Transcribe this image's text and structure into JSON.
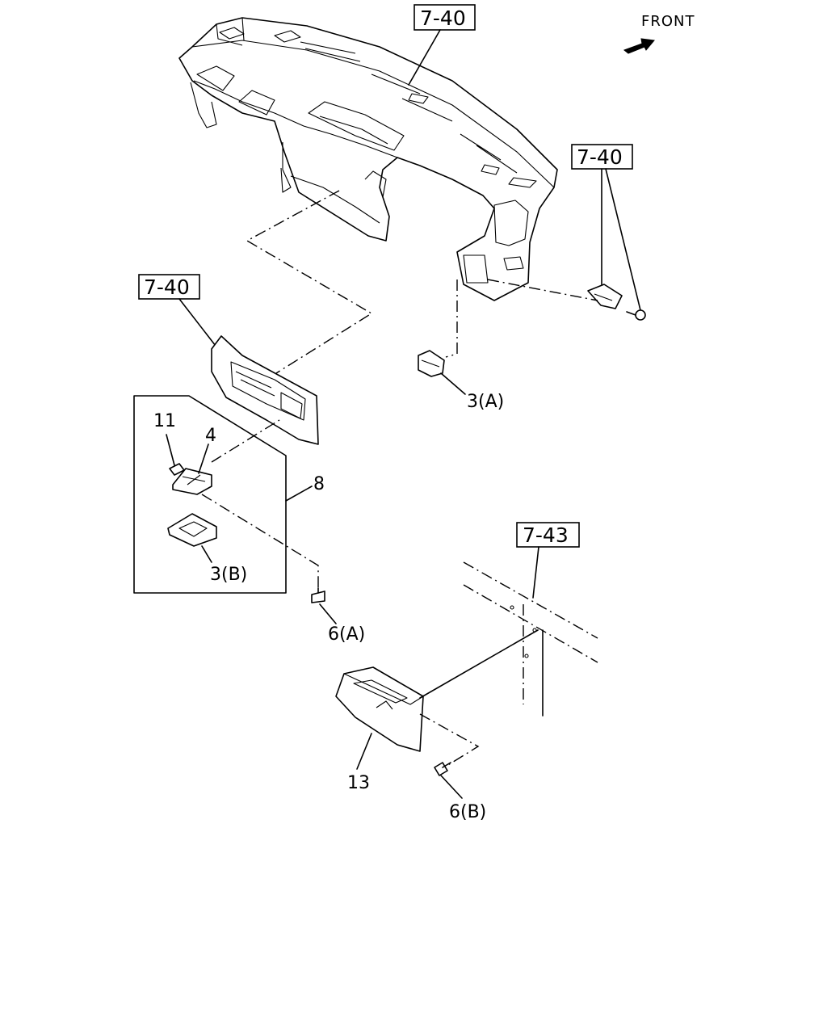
{
  "orientation_label": "FRONT",
  "references": {
    "ref_top": "7-40",
    "ref_right": "7-40",
    "ref_left": "7-40",
    "ref_lower": "7-43"
  },
  "callouts": {
    "part_3a": "3(A)",
    "part_11": "11",
    "part_4": "4",
    "part_8": "8",
    "part_3b": "3(B)",
    "part_6a": "6(A)",
    "part_13": "13",
    "part_6b": "6(B)"
  }
}
